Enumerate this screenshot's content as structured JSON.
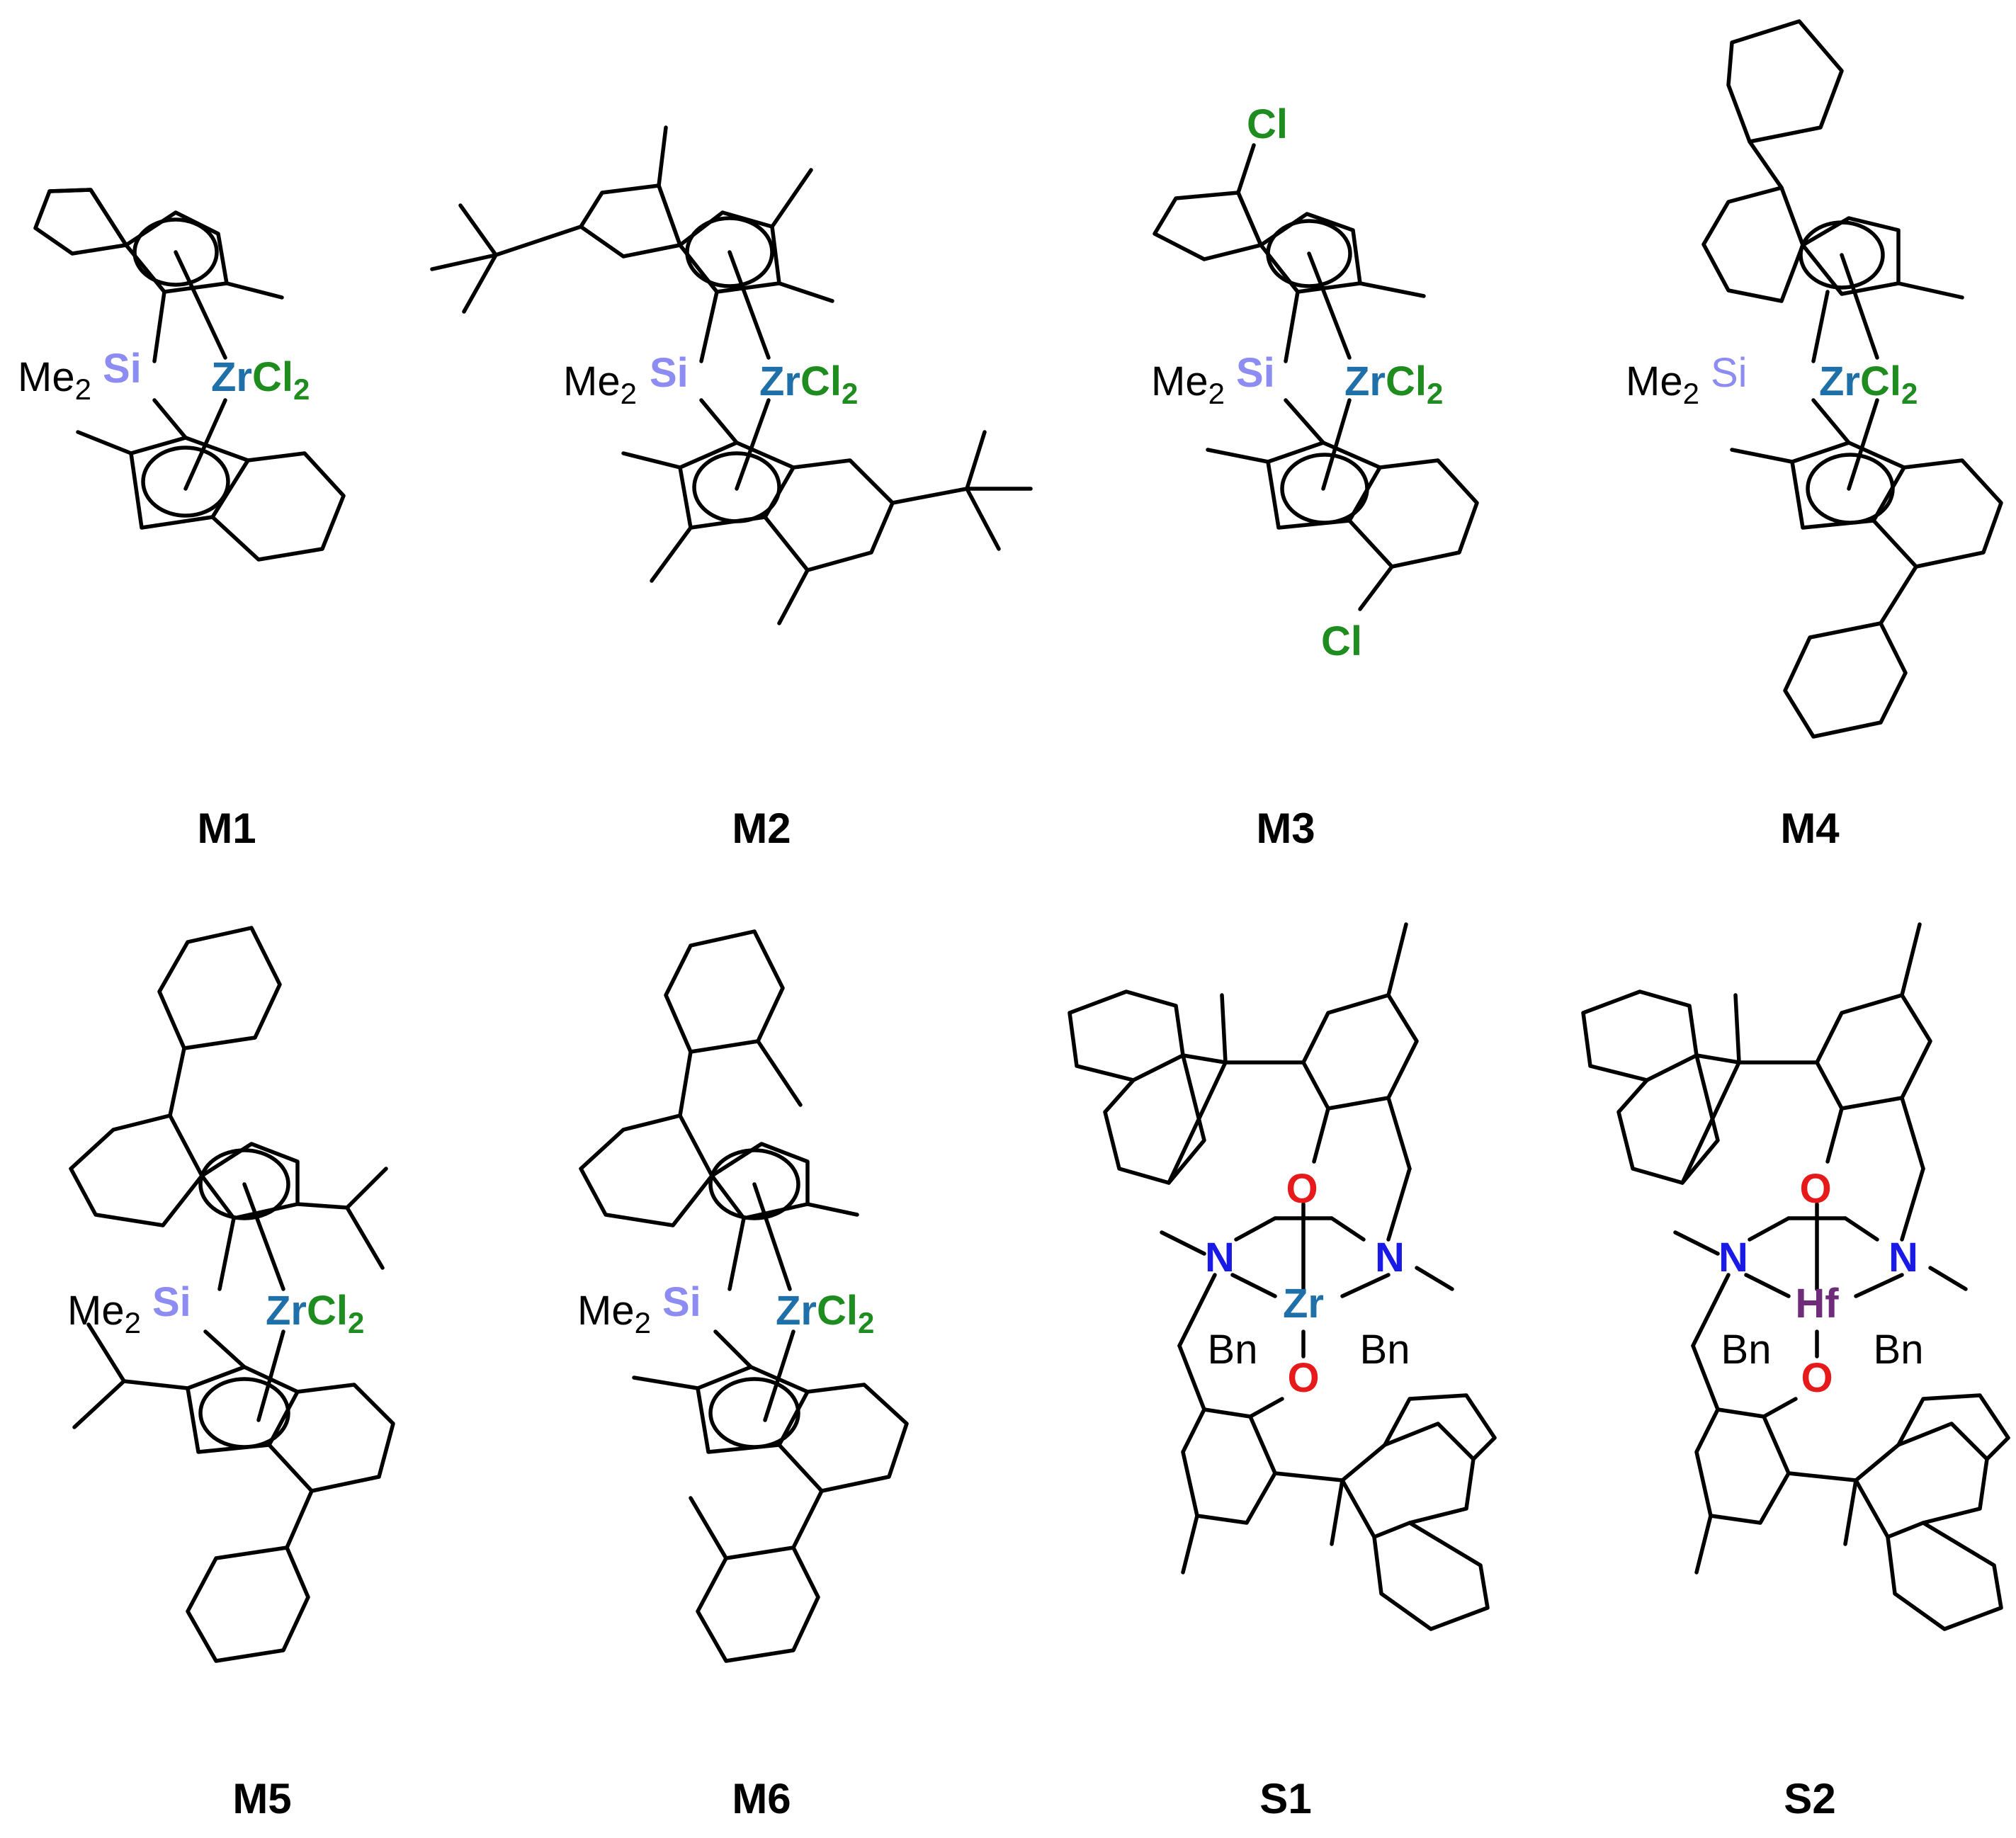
{
  "captions": {
    "m1": "M1",
    "m2": "M2",
    "m3": "M3",
    "m4": "M4",
    "m5": "M5",
    "m6": "M6",
    "s1": "S1",
    "s2": "S2"
  },
  "atoms": {
    "me": "Me",
    "two": "2",
    "si": "Si",
    "zr": "Zr",
    "cl": "Cl",
    "hf": "Hf",
    "n": "N",
    "o": "O",
    "bn": "Bn"
  },
  "colors": {
    "si": "#8C8CF2",
    "zr": "#1F6FA8",
    "cl": "#1E8C1E",
    "n": "#1A1AE6",
    "o": "#E61A1A",
    "hf": "#6E2C7A"
  }
}
